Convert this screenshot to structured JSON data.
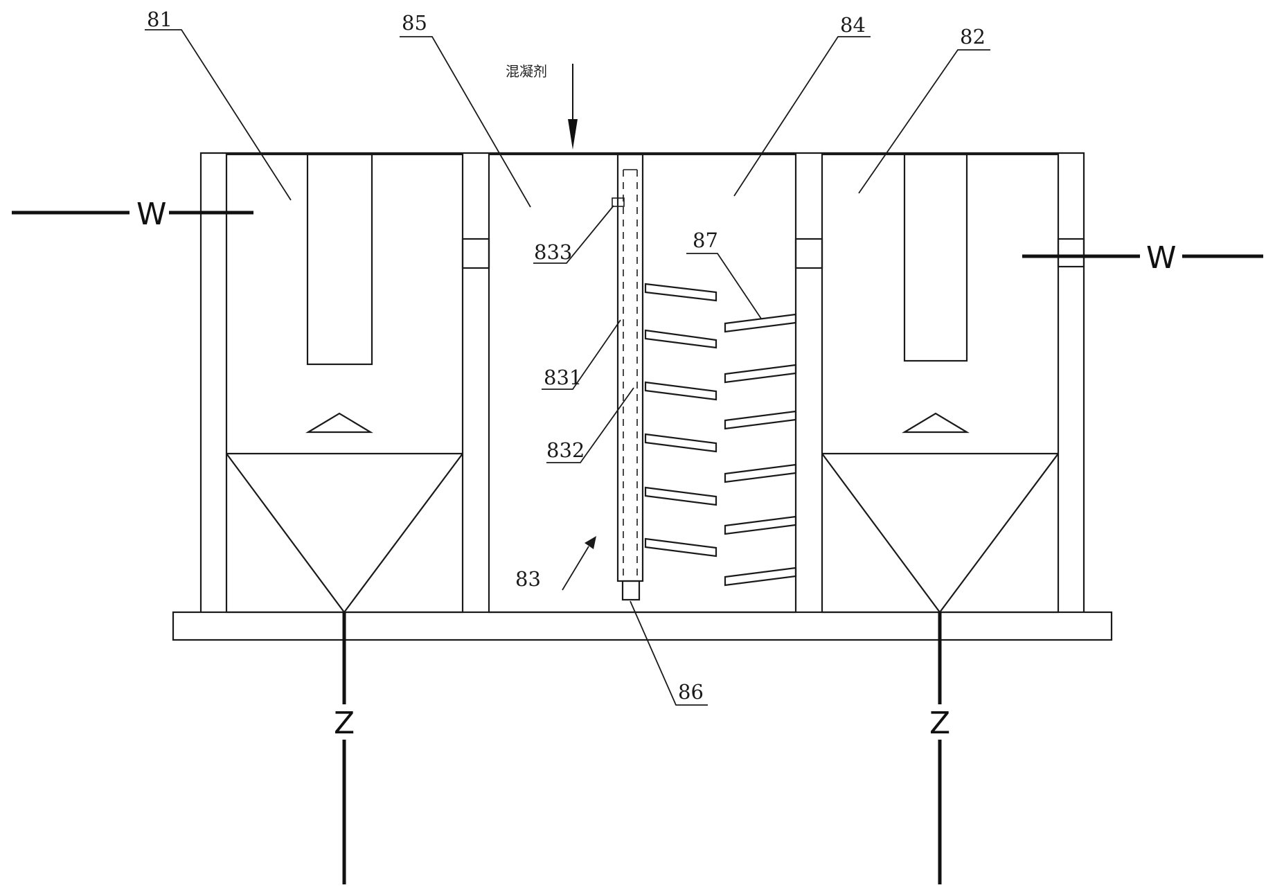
{
  "labels": {
    "l81": "81",
    "l85": "85",
    "l84": "84",
    "l82": "82",
    "l833": "833",
    "l87": "87",
    "l831": "831",
    "l832": "832",
    "l83": "83",
    "l86": "86"
  },
  "inlet_label": "混凝剂",
  "flow_marker": "W",
  "pipe_break_symbol": "Z"
}
